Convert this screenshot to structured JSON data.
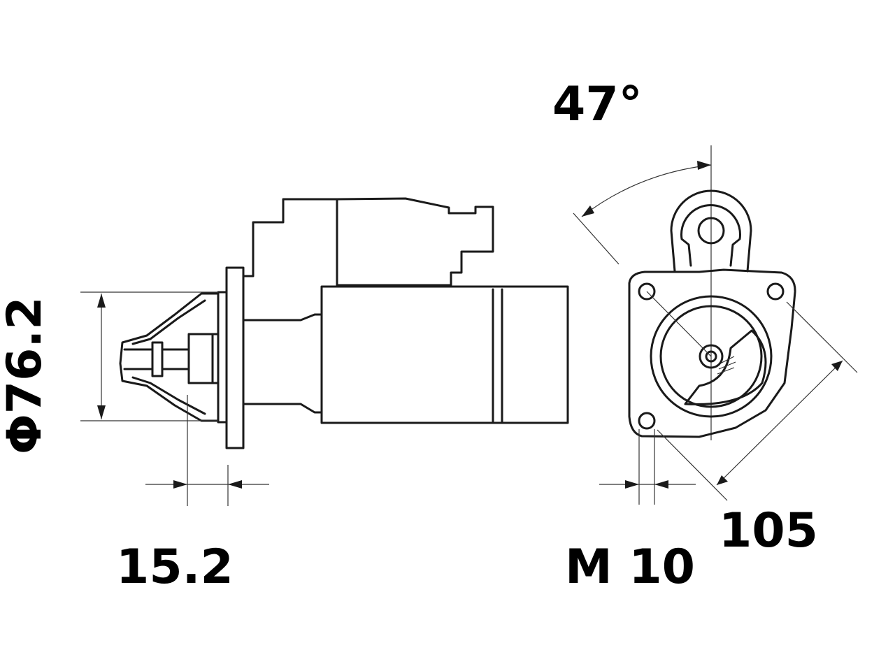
{
  "dimensions": {
    "diameter": "Φ76.2",
    "flange_offset": "15.2",
    "angle": "47°",
    "thread": "M 10",
    "bolt_spacing": "105"
  }
}
